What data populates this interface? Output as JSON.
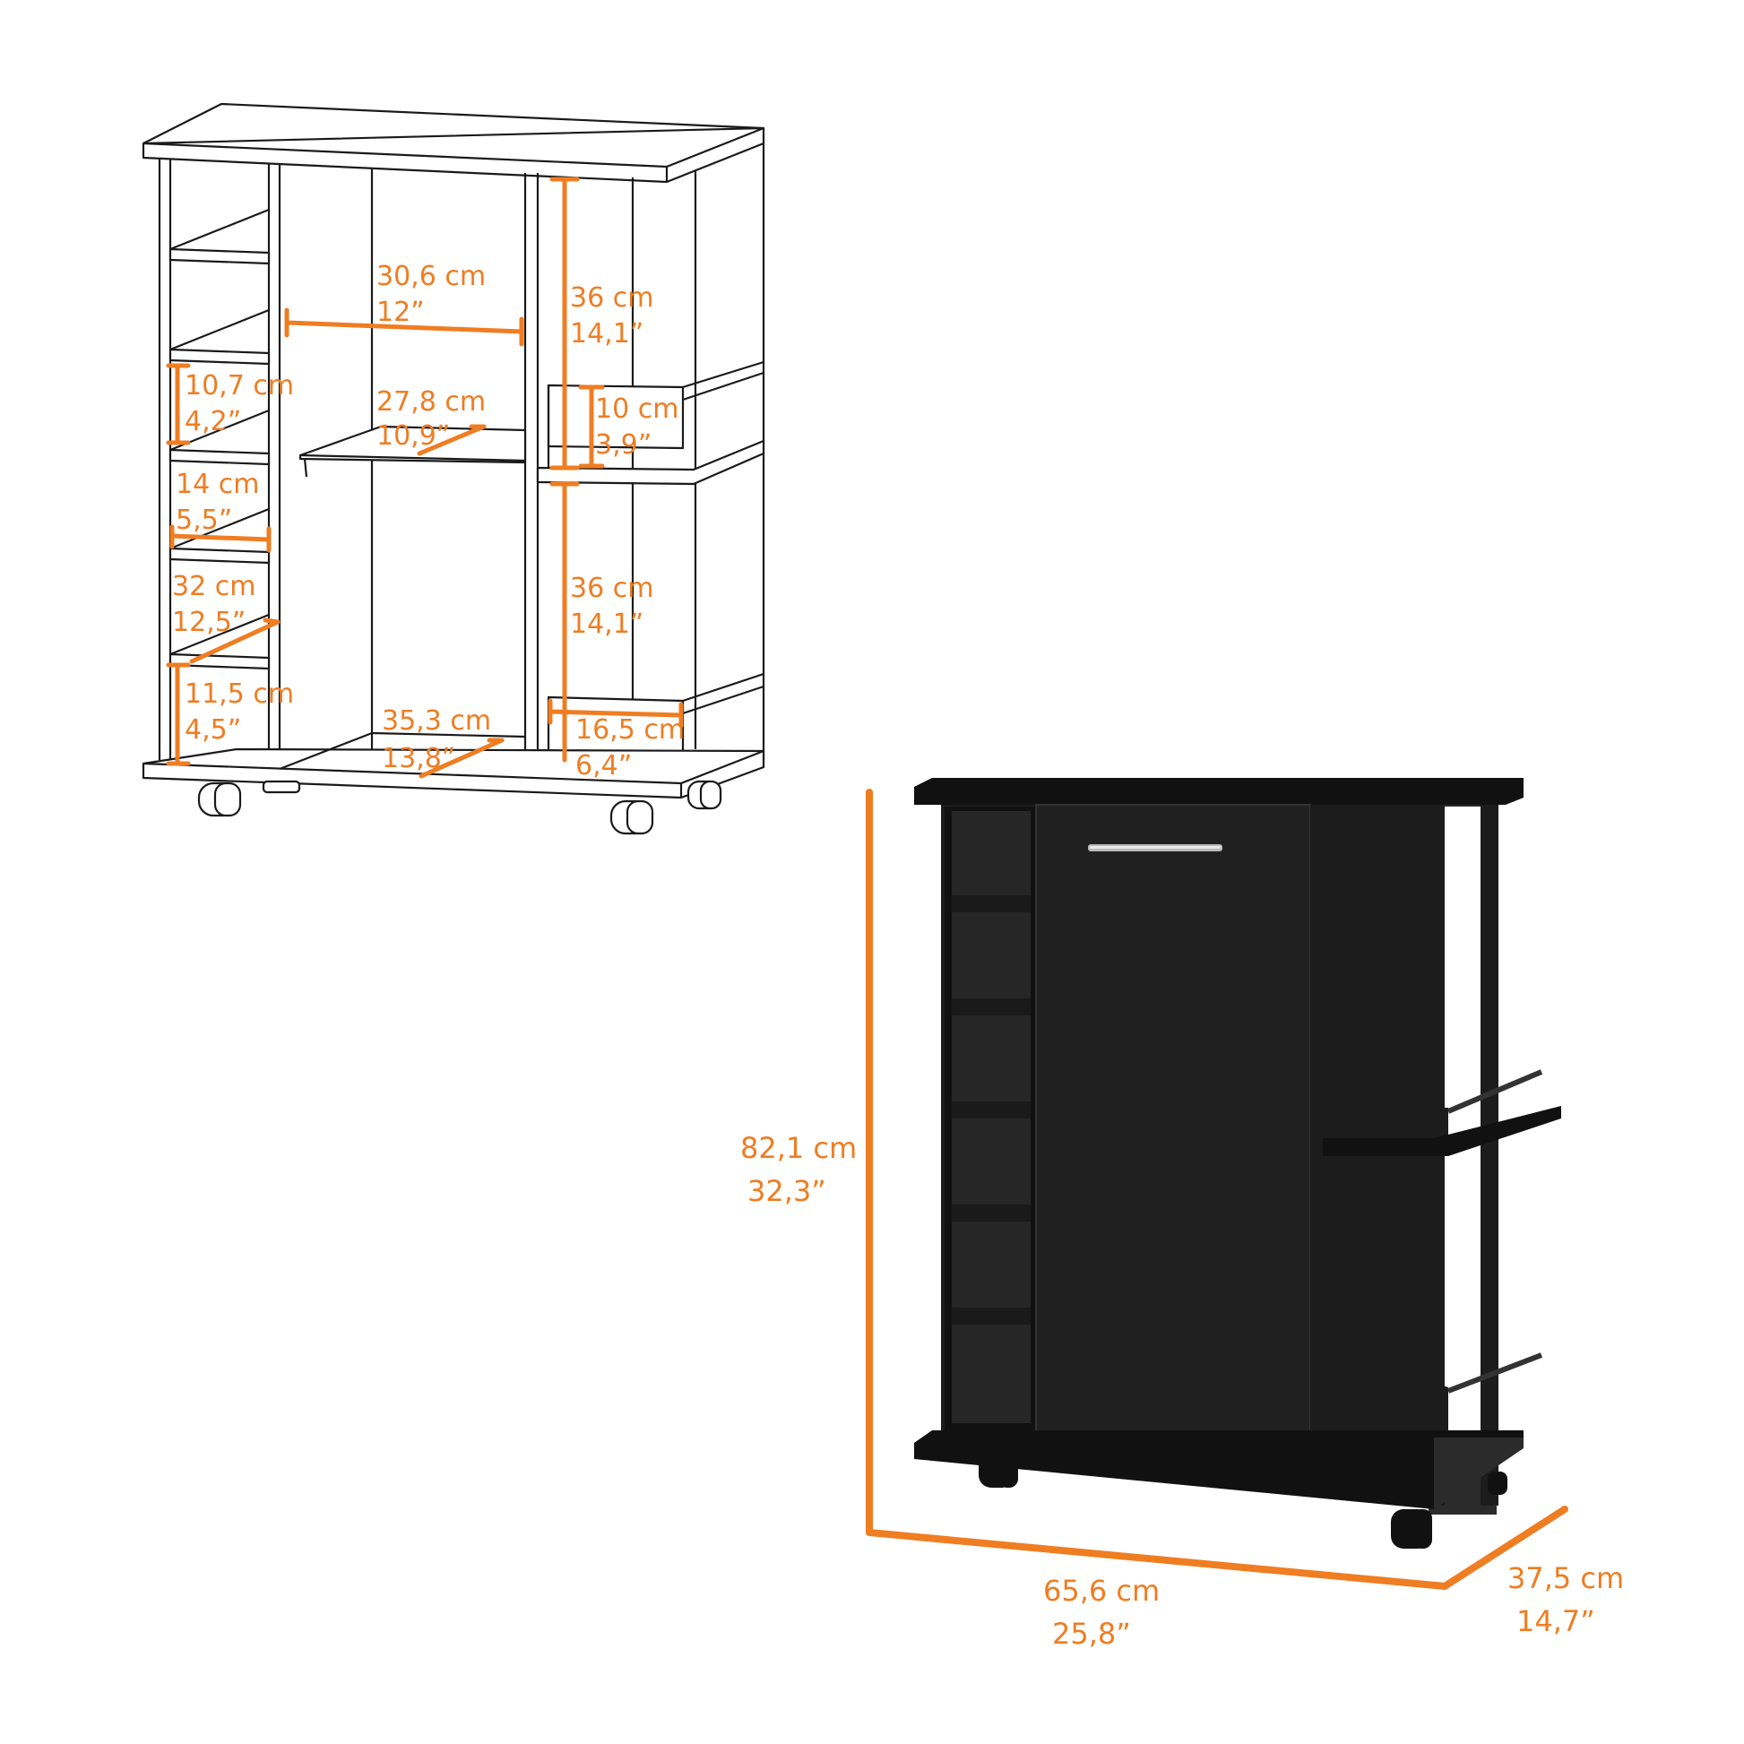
{
  "colors": {
    "accent": "#ef7d22",
    "cabinet": "#1c1c1c",
    "line": "#1a1a1a"
  },
  "line_drawing": {
    "interior_width": {
      "cm": "30,6 cm",
      "in": "12”"
    },
    "upper_right_height": {
      "cm": "36 cm",
      "in": "14,1”"
    },
    "left_cubby_height": {
      "cm": "10,7 cm",
      "in": "4,2”"
    },
    "shelf_depth": {
      "cm": "27,8 cm",
      "in": "10,9”"
    },
    "rail_height": {
      "cm": "10 cm",
      "in": "3,9”"
    },
    "left_cubby_width": {
      "cm": "14 cm",
      "in": "5,5”"
    },
    "lower_right_height": {
      "cm": "36 cm",
      "in": "14,1”"
    },
    "left_cubby_depth": {
      "cm": "32 cm",
      "in": "12,5”"
    },
    "bottom_cubby_height": {
      "cm": "11,5 cm",
      "in": "4,5”"
    },
    "bottom_depth": {
      "cm": "35,3 cm",
      "in": "13,8”"
    },
    "rail_width": {
      "cm": "16,5 cm",
      "in": "6,4”"
    }
  },
  "overall": {
    "height": {
      "cm": "82,1 cm",
      "in": "32,3”"
    },
    "width": {
      "cm": "65,6 cm",
      "in": "25,8”"
    },
    "depth": {
      "cm": "37,5 cm",
      "in": "14,7”"
    }
  }
}
